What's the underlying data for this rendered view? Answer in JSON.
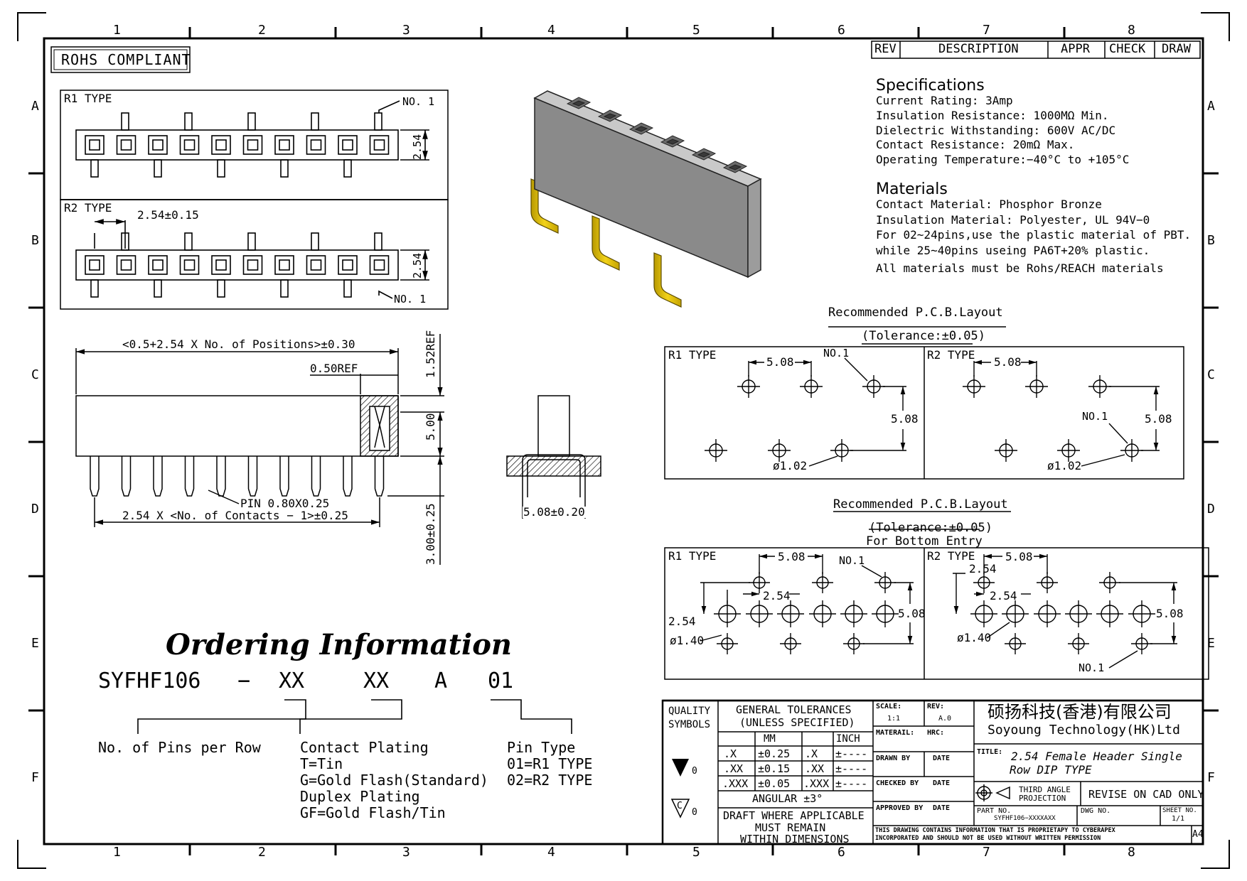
{
  "frame": {
    "cols": [
      "1",
      "2",
      "3",
      "4",
      "5",
      "6",
      "7",
      "8"
    ],
    "rows": [
      "A",
      "B",
      "C",
      "D",
      "E",
      "F"
    ]
  },
  "rohs": "ROHS COMPLIANT",
  "revision_table": {
    "rev": "REV",
    "description": "DESCRIPTION",
    "appr": "APPR",
    "check": "CHECK",
    "draw": "DRAW"
  },
  "specifications": {
    "heading": "Specifications",
    "lines": [
      "Current Rating:  3Amp",
      "Insulation Resistance: 1000MΩ Min.",
      "Dielectric Withstanding:  600V AC/DC",
      "Contact Resistance:  20mΩ Max.",
      "Operating Temperature:−40°C to +105°C"
    ]
  },
  "materials": {
    "heading": "Materials",
    "lines": [
      "Contact Material: Phosphor Bronze",
      "Insulation Material: Polyester, UL 94V−0",
      "For 02~24pins,use the plastic material of PBT.",
      "while 25~40pins useing PA6T+20% plastic.",
      "All materials must be Rohs/REACH materials"
    ]
  },
  "r1_view": {
    "label": "R1 TYPE",
    "no1": "NO. 1",
    "dim_h": "2.54"
  },
  "r2_view": {
    "label": "R2 TYPE",
    "pitch": "2.54±0.15",
    "no1": "NO. 1",
    "dim_h": "2.54"
  },
  "side_view": {
    "length": "<0.5+2.54 X No. of Positions>±0.30",
    "ref050": "0.50REF",
    "ref152": "1.52REF",
    "h500": "5.00",
    "h300": "3.00±0.25",
    "pin": "PIN 0.80X0.25",
    "pitch": "2.54 X <No. of Contacts − 1>±0.25"
  },
  "end_view": {
    "width": "5.08±0.20"
  },
  "pcb1": {
    "title": "Recommended P.C.B.Layout",
    "tolerance": "(Tolerance:±0.05)",
    "r1": {
      "label": "R1 TYPE",
      "pitch": "5.08",
      "no1": "NO.1",
      "v": "5.08",
      "hole": "ø1.02"
    },
    "r2": {
      "label": "R2 TYPE",
      "pitch": "5.08",
      "no1": "NO.1",
      "v": "5.08",
      "hole": "ø1.02"
    }
  },
  "pcb2": {
    "title": "Recommended P.C.B.Layout",
    "tolerance": "(Tolerance:±0.05)",
    "sub": "For Bottom Entry",
    "r1": {
      "label": "R1 TYPE",
      "pitch": "5.08",
      "no1": "NO.1",
      "half": "2.54",
      "side": "2.54",
      "v": "5.08",
      "hole": "ø1.40"
    },
    "r2": {
      "label": "R2 TYPE",
      "pitch": "5.08",
      "no1": "NO.1",
      "half": "2.54",
      "side": "2.54",
      "v": "5.08",
      "hole": "ø1.40"
    }
  },
  "ordering": {
    "title": "Ordering Information",
    "part": "SYFHF106",
    "dash": "−",
    "seg1": "XX",
    "seg2": "XX",
    "seg3": "A",
    "seg4": "01",
    "pins_label": "No. of Pins per Row",
    "plating": [
      "Contact Plating",
      "T=Tin",
      "G=Gold Flash(Standard)",
      "Duplex Plating",
      "GF=Gold Flash/Tin"
    ],
    "pintype": [
      "Pin Type",
      "01=R1 TYPE",
      "02=R2 TYPE"
    ]
  },
  "title_block": {
    "quality": "QUALITY",
    "symbols": "SYMBOLS",
    "gen_tol": "GENERAL TOLERANCES",
    "unless": "(UNLESS SPECIFIED)",
    "mm": "MM",
    "inch": "INCH",
    "tol_rows": [
      {
        "mm_k": ".X",
        "mm_v": "±0.25",
        "in_k": ".X",
        "in_v": "±----"
      },
      {
        "mm_k": ".XX",
        "mm_v": "±0.15",
        "in_k": ".XX",
        "in_v": "±----"
      },
      {
        "mm_k": ".XXX",
        "mm_v": "±0.05",
        "in_k": ".XXX",
        "in_v": "±----"
      }
    ],
    "angular": "ANGULAR ±3°",
    "draft": "DRAFT WHERE APPLICABLE",
    "must": "MUST REMAIN",
    "within": "WITHIN DIMENSIONS",
    "sym1": "0",
    "sym2": "0",
    "sym2_letter": "C",
    "scale_l": "SCALE:",
    "scale_v": "1:1",
    "rev_l": "REV:",
    "rev_v": "A.0",
    "material_l": "MATERAIL:",
    "hrc_l": "HRC:",
    "drawn_by": "DRAWN BY",
    "checked_by": "CHECKED BY",
    "approved_by": "APPROVED BY",
    "date": "DATE",
    "company_cn": "硕扬科技(香港)有限公司",
    "company_en": "Soyoung Technology(HK)Ltd",
    "title_l": "TITLE:",
    "title_1": "2.54 Female Header Single",
    "title_2": "Row DIP TYPE",
    "third_angle_1": "THIRD ANGLE",
    "third_angle_2": "PROJECTION",
    "revise": "REVISE ON CAD ONLY",
    "part_no_l": "PART NO.",
    "part_no_v": "SYFHF106−XXXXAXX",
    "dwg_no_l": "DWG NO.",
    "sheet_l": "SHEET NO.",
    "sheet_v": "1/1",
    "notice_1": "THIS DRAWING CONTAINS INFORMATION THAT IS PROPRIETAPY TO CYBERAPEX",
    "notice_2": "INCORPORATED AND SHOULD NOT BE USED WITHOUT WRITTEN PERMISSION",
    "size": "A4"
  },
  "colors": {
    "line": "#000000",
    "body_gray": "#8a8a8a",
    "gold": "#e6c200"
  }
}
